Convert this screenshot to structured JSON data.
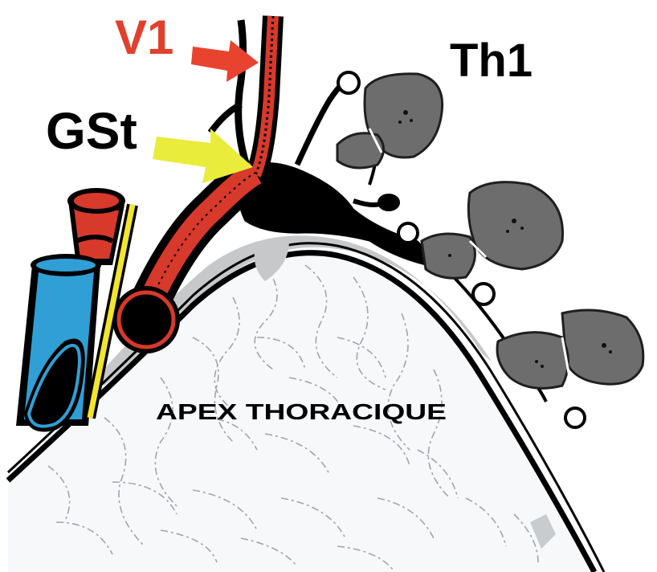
{
  "labels": {
    "v1": "V1",
    "gst": "GSt",
    "th1": "Th1",
    "apex": "APEX THORACIQUE"
  },
  "colors": {
    "artery": "#d7392b",
    "vein": "#2f9fd6",
    "nerve": "#f2e52a",
    "arrow_v1": "#e8432f",
    "arrow_gst": "#e9ec3a",
    "ganglion": "#000000",
    "vertebra": "#6d6d6d",
    "lung_fill": "#f7f8fa",
    "lung_pattern": "#9ea6ad",
    "pleura_gray": "#c6c8ca",
    "label_v1": "#e0402c",
    "label_dark": "#000000"
  },
  "icons": {
    "arrow_v1": "red-arrow-icon",
    "arrow_gst": "yellow-arrow-icon"
  }
}
